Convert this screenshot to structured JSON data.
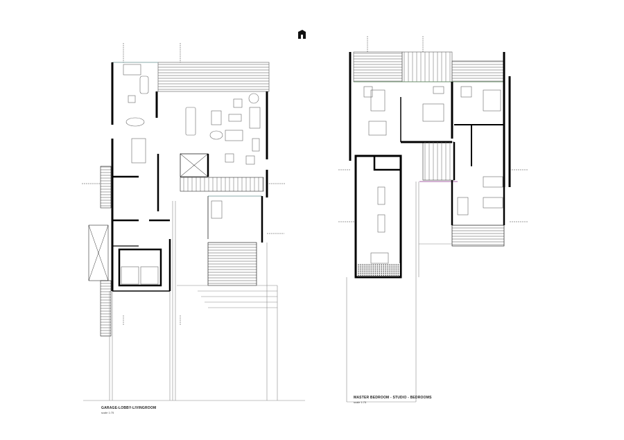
{
  "drawing": {
    "north_symbol": "north-arrow-icon",
    "plans": [
      {
        "caption": "GARAGE-LOBBY-LIVINGROOM",
        "scale": "scale 1:75"
      },
      {
        "caption": "MASTER BEDROOM - STUDIO - BEDROOMS",
        "scale": "scale 1:75"
      }
    ],
    "colors": {
      "wall": "#000000",
      "line": "#777777",
      "glazing": "#5a8a5a"
    }
  }
}
